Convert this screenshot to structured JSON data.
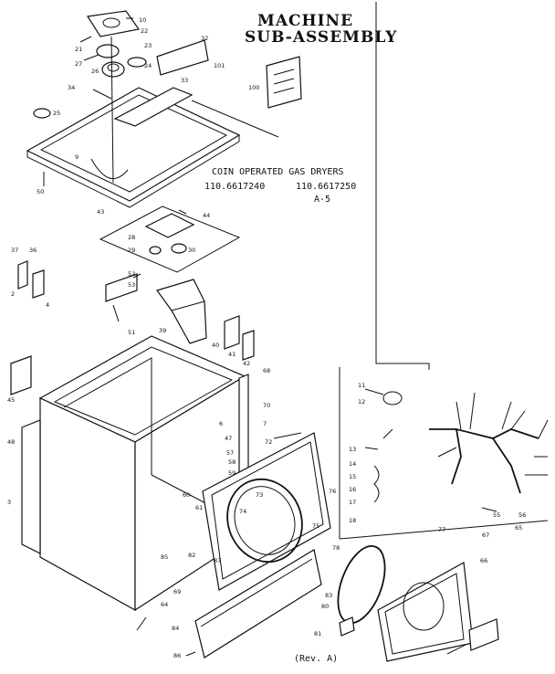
{
  "title_line1": "MACHINE",
  "title_line2": "SUB-ASSEMBLY",
  "caption_line1": "COIN OPERATED GAS DRYERS",
  "model_1": "110.6617240",
  "model_2": "110.6617250",
  "sheet_code": "A-5",
  "revision": "(Rev. A)",
  "part_labels": [
    "10",
    "22",
    "21",
    "23",
    "27",
    "26",
    "24",
    "34",
    "33",
    "32",
    "101",
    "100",
    "25",
    "9",
    "50",
    "43",
    "44",
    "28",
    "29",
    "30",
    "37",
    "36",
    "2",
    "4",
    "52",
    "53",
    "51",
    "39",
    "40",
    "41",
    "42",
    "45",
    "48",
    "3",
    "47",
    "68",
    "70",
    "7",
    "6",
    "72",
    "57",
    "58",
    "59",
    "60",
    "61",
    "73",
    "74",
    "75",
    "76",
    "78",
    "83",
    "80",
    "81",
    "82",
    "85",
    "84",
    "86",
    "64",
    "69",
    "87",
    "11",
    "12",
    "13",
    "14",
    "15",
    "16",
    "17",
    "18",
    "55",
    "56",
    "65",
    "66",
    "67",
    "77"
  ]
}
